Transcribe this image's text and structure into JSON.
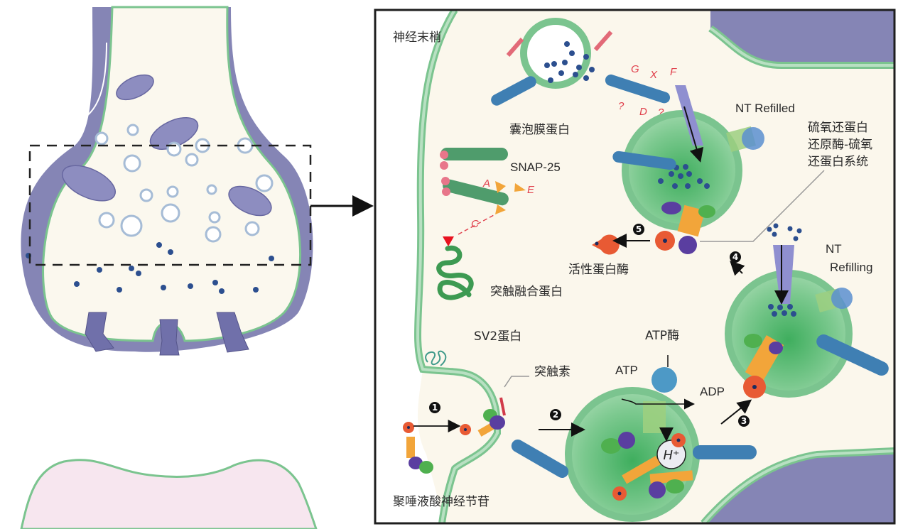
{
  "figure": {
    "left_panel": {
      "description": "presynaptic terminal overview with zoom region"
    },
    "right_panel": {
      "title": "神经末梢",
      "labels": {
        "vesicle_membrane_protein": "囊泡膜蛋白",
        "snap25": "SNAP-25",
        "syntaxin": "突触融合蛋白",
        "active_protease": "活性蛋白酶",
        "nt_refilled": "NT Refilled",
        "thioredoxin_line1": "硫氧还蛋白",
        "thioredoxin_line2": "还原酶-硫氧",
        "thioredoxin_line3": "还蛋白系统",
        "nt_refilling_line1": "NT",
        "nt_refilling_line2": "Refilling",
        "sv2": "SV2蛋白",
        "synaptotagmin": "突触素",
        "atpase": "ATP酶",
        "atp": "ATP",
        "adp": "ADP",
        "polysialoganglioside": "聚唾液酸神经节苷",
        "h_plus": "H⁺"
      },
      "cleavage_sites": {
        "vamp": [
          "G",
          "X",
          "F",
          "?",
          "D",
          "?"
        ],
        "snap25": [
          "A",
          "E",
          "C"
        ]
      },
      "steps": [
        "1",
        "2",
        "3",
        "4",
        "5"
      ]
    }
  },
  "colors": {
    "membrane_green": "#6cbf84",
    "cytoplasm_cream": "#fbf7ec",
    "neuron_purple": "#8585b5",
    "transmitter_blue": "#2c4f8f",
    "vamp_blue": "#3f7fb3",
    "protease_orange": "#e85a34",
    "label_red": "#e0404c",
    "postsynaptic_pink": "#f7e6ef"
  }
}
